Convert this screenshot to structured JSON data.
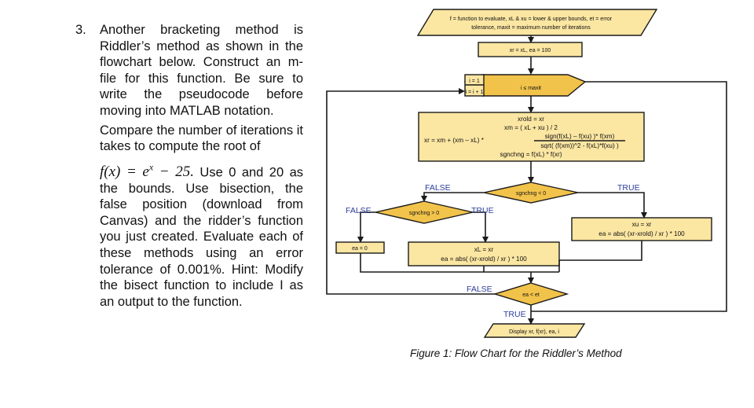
{
  "problem": {
    "number": "3.",
    "line_a": "Another bracketing method is Riddler’s method as shown in the flowchart below. Construct an m-file for this function. Be sure to write the pseudocode before moving into MATLAB notation.",
    "line_b": "Compare the number of iterations it takes to compute the root of",
    "formula_lhs": "f(x) = e",
    "formula_exp": "x",
    "formula_rhs": " − 25.",
    "line_c": " Use 0 and 20 as the bounds. Use bisection, the false position (download from Canvas) and the ridder’s function you just created. Evaluate each of these methods using an error tolerance of 0.001%. Hint: Modify the bisect function to include I as an output to the function."
  },
  "flowchart": {
    "input_line1": "f = function to evaluate, xL & xu = lower & upper bounds, et = error",
    "input_line2": "tolerance,  maxit = maximum number of iterations",
    "init": "xr = xL, ea = 100",
    "loop_i1": "i = 1",
    "loop_i2": "i = i + 1",
    "loop_cond": "i ≤ maxit",
    "compute_1": "xrold = xr",
    "compute_2": "xm = ( xL + xu ) / 2",
    "compute_3a": "xr = xm + (xm – xL) *",
    "compute_3b": "sign(f(xL) – f(xu) )* f(xm)",
    "compute_3c": "sqrt( (f(xm))^2 - f(xL)*f(xu) )",
    "compute_4": "sgnchng = f(xL) * f(xr)",
    "decision_1": "sgnchng < 0",
    "decision_2": "sgnchng > 0",
    "label_false_1": "FALSE",
    "label_true_1": "TRUE",
    "label_false_2": "FALSE",
    "label_true_2": "TRUE",
    "ea_zero": "ea = 0",
    "xl_update_1": "xL = xr",
    "xl_update_2": "ea = abs( (xr-xrold) / xr ) * 100",
    "xu_update_1": "xu = xr",
    "xu_update_2": "ea = abs( (xr-xrold) / xr ) * 100",
    "decision_3": "ea < et",
    "label_false_3": "FALSE",
    "label_true_3": "TRUE",
    "output": "Display xr, f(xr), ea, i"
  },
  "caption": "Figure 1: Flow Chart for the Riddler’s Method"
}
